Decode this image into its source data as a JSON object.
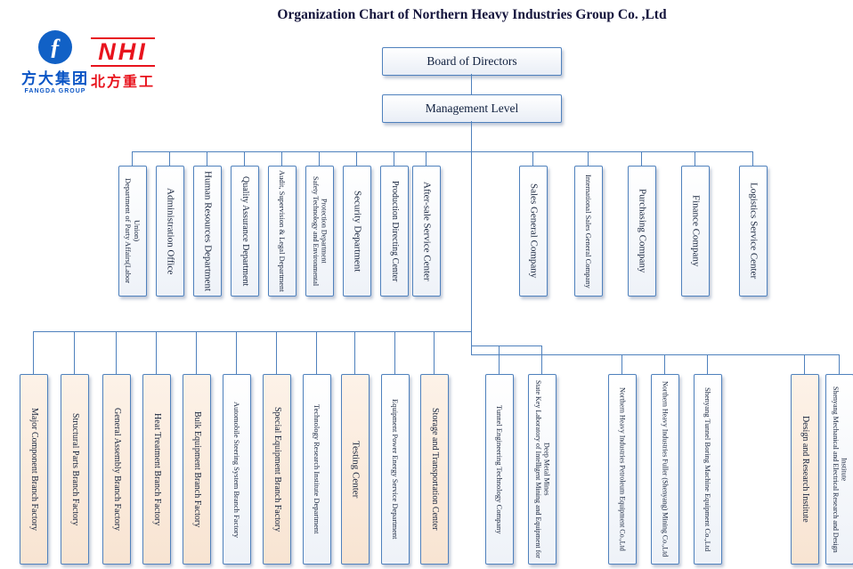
{
  "title": "Organization Chart of Northern Heavy Industries  Group Co. ,Ltd",
  "logos": {
    "fangda": {
      "icon_glyph": "ƒ",
      "cn": "方大集团",
      "en": "FANGDA GROUP"
    },
    "nhi": {
      "abbr": "NHI",
      "cn": "北方重工"
    }
  },
  "level1": {
    "board": "Board of Directors",
    "management": "Management Level"
  },
  "level2": [
    {
      "label": "Department of Party Affairs(Labor Union)",
      "tint": "plain"
    },
    {
      "label": "Administration Office",
      "tint": "plain"
    },
    {
      "label": "Human Resources Department",
      "tint": "plain"
    },
    {
      "label": "Quality Assurance Department",
      "tint": "plain"
    },
    {
      "label": "Audit, Supervision & Legal Department",
      "tint": "plain"
    },
    {
      "label": "Safety Technology and Environmental Protection Department",
      "tint": "plain"
    },
    {
      "label": "Security Department",
      "tint": "plain"
    },
    {
      "label": "Production Directing Center",
      "tint": "plain"
    },
    {
      "label": "After-sale Service Center",
      "tint": "plain"
    },
    {
      "label": "Sales General Company",
      "tint": "plain"
    },
    {
      "label": "International Sales General Company",
      "tint": "plain"
    },
    {
      "label": "Purchasing Company",
      "tint": "plain"
    },
    {
      "label": "Finance Company",
      "tint": "plain"
    },
    {
      "label": "Logistics Service Center",
      "tint": "plain"
    }
  ],
  "level3": {
    "production_branches": [
      {
        "label": "Major Component Branch Factory",
        "tint": "peach"
      },
      {
        "label": "Structural Parts Branch Factory",
        "tint": "peach"
      },
      {
        "label": "General Assembly Branch Factory",
        "tint": "peach"
      },
      {
        "label": "Heat Treatment Branch Factory",
        "tint": "peach"
      },
      {
        "label": "Bulk Equipment Branch Factory",
        "tint": "peach"
      },
      {
        "label": "Automobile Steering System Branch Factory",
        "tint": "plain"
      },
      {
        "label": "Special Equipment Branch Factory",
        "tint": "peach"
      },
      {
        "label": "Technology Research Institute Department",
        "tint": "plain"
      },
      {
        "label": "Testing Center",
        "tint": "peach"
      },
      {
        "label": "Equipment Power Energy Service Department",
        "tint": "plain"
      },
      {
        "label": "Storage and Transportation Center",
        "tint": "peach"
      }
    ],
    "middle": [
      {
        "label": "Tunnel Engineering Technology Company",
        "tint": "plain"
      },
      {
        "label": "State Key Laboratory of Intelligent Mining and Equipment for Deep Metal Mines",
        "tint": "plain"
      }
    ],
    "subsidiaries": [
      {
        "label": "Northern Heavy Industries Petroleum Equipment Co.,Ltd",
        "tint": "plain"
      },
      {
        "label": "Northern Heavy Industries Fuller (Shenyang) Mining Co.,Ltd",
        "tint": "plain"
      },
      {
        "label": "Shenyang Tunnel Boring Machine Equipment Co.,Ltd",
        "tint": "plain"
      }
    ],
    "institutes": [
      {
        "label": "Design and Research Institute",
        "tint": "peach"
      },
      {
        "label": "Shenyang Mechanical and Electrical Research and Design Institute",
        "tint": "plain"
      }
    ]
  },
  "colors": {
    "line": "#4f81bd",
    "box_border": "#4f81bd",
    "peach_fill": "#f9e7d6",
    "fangda_blue": "#0a55c5",
    "nhi_red": "#e8131d"
  }
}
